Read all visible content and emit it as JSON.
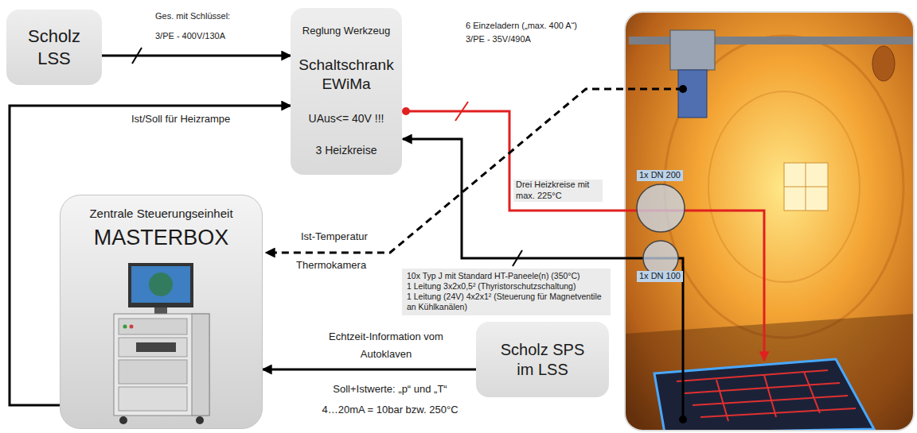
{
  "diagram": {
    "nodes": [
      {
        "text": [
          "Scholz LSS"
        ]
      },
      {
        "text": [
          "Reglung Werkzeug",
          "Schaltschrank EWiMa",
          "UAus<= 40V !!!",
          "3 Heizkreise"
        ]
      },
      {
        "text": [
          "Zentrale Steuerungseinheit",
          "MASTERBOX"
        ]
      },
      {
        "text": [
          "10x Typ J mit Standard HT-Paneele(n) (350°C)",
          "1 Leitung 3x2x0,5² (Thyristorschutzschaltung)",
          "1 Leitung (24V) 4x2x1² (Steuerung für Magnetventile an Kühlkanälen)"
        ]
      },
      {
        "text": [
          "Scholz SPS im LSS"
        ]
      }
    ],
    "edges": [
      {
        "from": 0,
        "to": 1,
        "arrow": "to",
        "label": "Ges. mit Schlüssel: 3/PE - 400V/130A"
      },
      {
        "from": 2,
        "to": 1,
        "arrow": "to",
        "label": "Ist/Soll für Heizrampe"
      },
      {
        "from": 4,
        "to": 2,
        "arrow": "to",
        "label": "Echtzeit-Information vom Autoklaven"
      }
    ],
    "labels": [
      "6 Einzeladern („max. 400 A“)",
      "3/PE - 35V/490A",
      "Drei Heizkreise mit max. 225°C",
      "1x DN 200",
      "1x DN 100",
      "Ist-Temperatur",
      "Thermokamera",
      "Soll+Istwerte: „p“ und „T“",
      "4…20mA = 10bar bzw. 250°C"
    ]
  }
}
